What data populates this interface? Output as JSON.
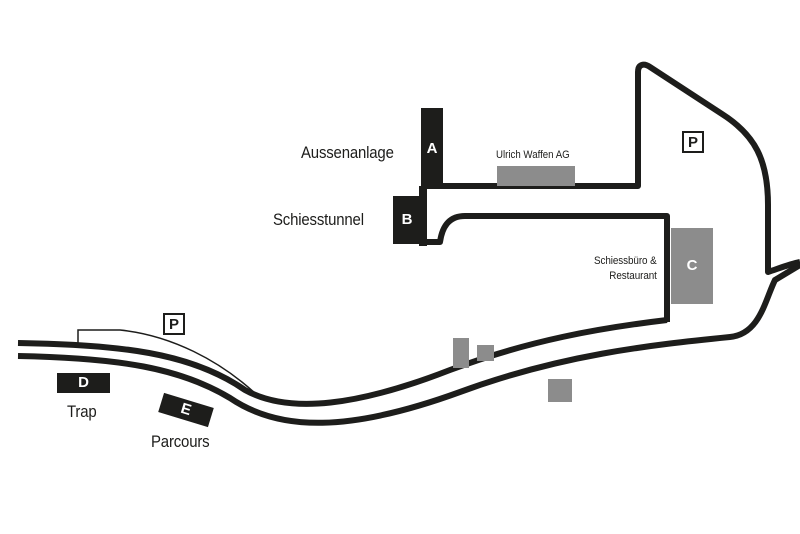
{
  "map": {
    "colors": {
      "road": "#1d1d1b",
      "building": "#8c8c8c",
      "range": "#1d1d1b",
      "background": "#ffffff"
    },
    "zones": [
      {
        "letter": "A",
        "label": "Aussenanlage"
      },
      {
        "letter": "B",
        "label": "Schiesstunnel"
      },
      {
        "letter": "C",
        "label": "Schiessbüro & Restaurant",
        "label_line1": "Schiessbüro &",
        "label_line2": "Restaurant"
      },
      {
        "letter": "D",
        "label": "Trap"
      },
      {
        "letter": "E",
        "label": "Parcours"
      }
    ],
    "buildings": [
      {
        "label": "Ulrich Waffen AG"
      }
    ],
    "parking": [
      {
        "symbol": "P",
        "area": "upper-right"
      },
      {
        "symbol": "P",
        "area": "lower-left"
      }
    ]
  }
}
